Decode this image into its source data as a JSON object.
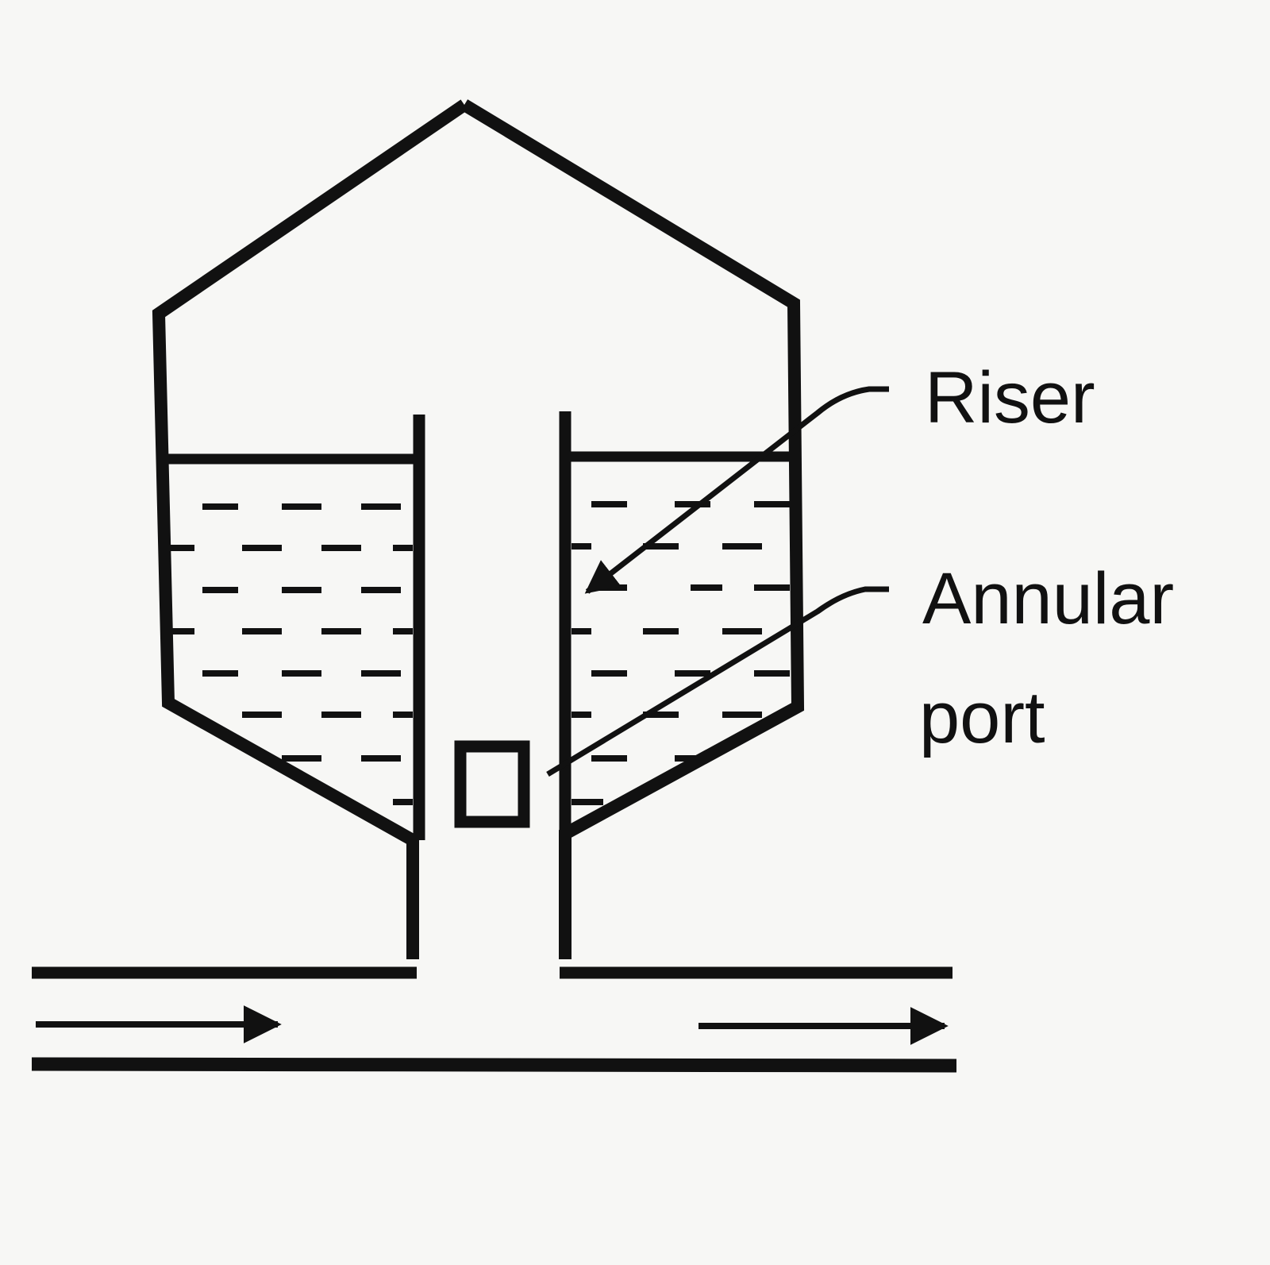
{
  "labels": {
    "riser": "Riser",
    "annular_line1": "Annular",
    "annular_line2": "port"
  },
  "colors": {
    "ink": "#111111",
    "paper": "#f7f7f5"
  }
}
